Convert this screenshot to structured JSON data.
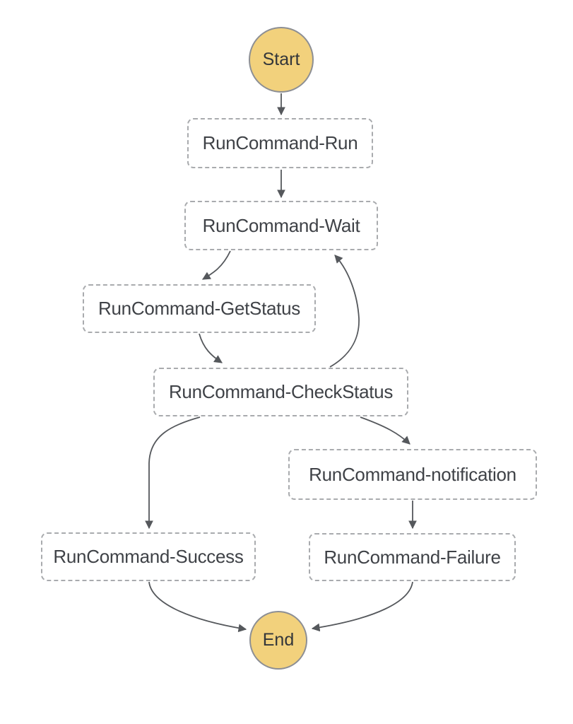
{
  "graph": {
    "nodes": {
      "start": {
        "label": "Start",
        "type": "start"
      },
      "run": {
        "label": "RunCommand-Run",
        "type": "task"
      },
      "wait": {
        "label": "RunCommand-Wait",
        "type": "task"
      },
      "getstatus": {
        "label": "RunCommand-GetStatus",
        "type": "task"
      },
      "checkstatus": {
        "label": "RunCommand-CheckStatus",
        "type": "task"
      },
      "notification": {
        "label": "RunCommand-notification",
        "type": "task"
      },
      "success": {
        "label": "RunCommand-Success",
        "type": "task"
      },
      "failure": {
        "label": "RunCommand-Failure",
        "type": "task"
      },
      "end": {
        "label": "End",
        "type": "end"
      }
    },
    "edges": [
      {
        "from": "Start",
        "to": "RunCommand-Run"
      },
      {
        "from": "RunCommand-Run",
        "to": "RunCommand-Wait"
      },
      {
        "from": "RunCommand-Wait",
        "to": "RunCommand-GetStatus"
      },
      {
        "from": "RunCommand-GetStatus",
        "to": "RunCommand-CheckStatus"
      },
      {
        "from": "RunCommand-CheckStatus",
        "to": "RunCommand-Wait"
      },
      {
        "from": "RunCommand-CheckStatus",
        "to": "RunCommand-Success"
      },
      {
        "from": "RunCommand-CheckStatus",
        "to": "RunCommand-notification"
      },
      {
        "from": "RunCommand-notification",
        "to": "RunCommand-Failure"
      },
      {
        "from": "RunCommand-Success",
        "to": "End"
      },
      {
        "from": "RunCommand-Failure",
        "to": "End"
      }
    ],
    "colors": {
      "terminal_fill": "#F2D17C",
      "terminal_border": "#8D8F94",
      "task_border": "#A9ABAE",
      "edge": "#55585C",
      "label": "#3F4247",
      "background": "#FFFFFF"
    }
  }
}
